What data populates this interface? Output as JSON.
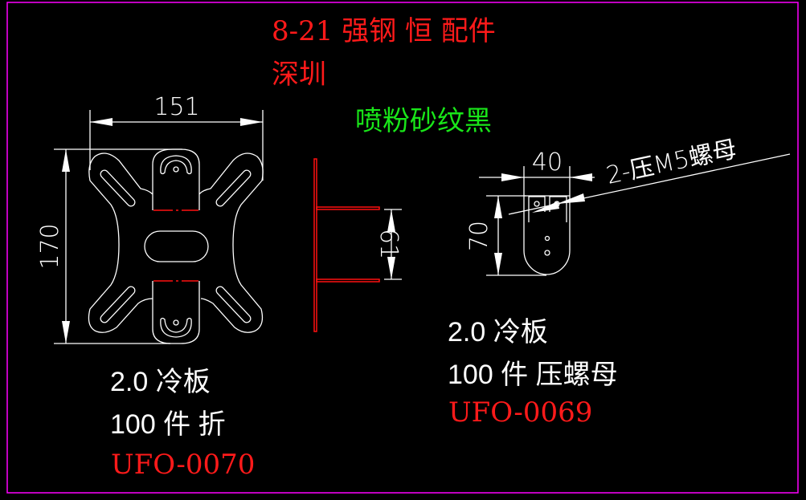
{
  "header": {
    "title_line1": "8-21 强钢 恒 配件",
    "title_line2": "深圳",
    "finish": "喷粉砂纹黑"
  },
  "part_left": {
    "dim_width": "151",
    "dim_height": "170",
    "dim_flange": "61",
    "material": "2.0 冷板",
    "qty_process": "100 件 折",
    "part_no": "UFO-0070"
  },
  "part_right": {
    "dim_width": "40",
    "dim_height": "70",
    "leader_note": "2-压M5螺母",
    "material": "2.0 冷板",
    "qty_process": "100 件 压螺母",
    "part_no": "UFO-0069"
  },
  "colors": {
    "background": "#000000",
    "border": "#ff00ff",
    "geometry": "#ffffff",
    "bend_lines": "#ff1010",
    "title": "#ff1a1a",
    "finish": "#19e619"
  }
}
